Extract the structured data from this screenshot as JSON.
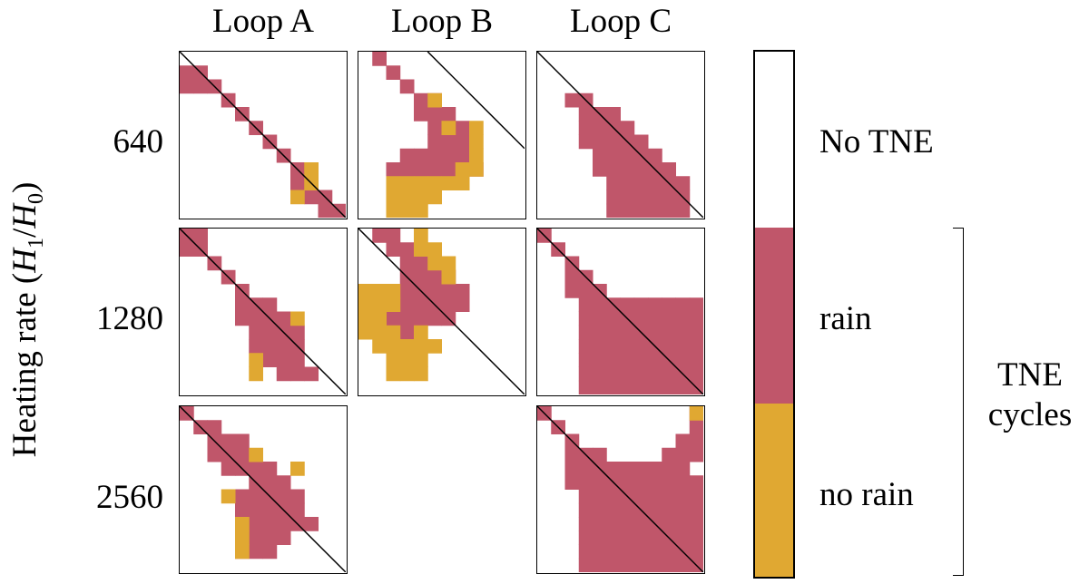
{
  "colors": {
    "rain": "#c0566a",
    "no_rain": "#e0a832",
    "no_tne": "#ffffff",
    "line": "#000000"
  },
  "columns": [
    "Loop A",
    "Loop B",
    "Loop C"
  ],
  "rows": [
    "640",
    "1280",
    "2560"
  ],
  "ylabel": {
    "prefix": "Heating rate (",
    "h1": "H",
    "sub1": "1",
    "slash": "/",
    "h0": "H",
    "sub0": "0",
    "suffix": ")"
  },
  "legend": {
    "no_tne": "No TNE",
    "rain": "rain",
    "no_rain": "no rain",
    "group_line1": "TNE",
    "group_line2": "cycles"
  },
  "panels": {
    "A640": {
      "rain": [
        "0,1",
        "1,1",
        "0,2",
        "1,2",
        "2,2",
        "3,3",
        "4,4",
        "5,5",
        "6,6",
        "7,7",
        "8,8",
        "8,9",
        "9,9",
        "9,10",
        "10,10",
        "10,11",
        "11,11"
      ],
      "no_rain": [
        "9,8",
        "9,9",
        "8,10"
      ]
    },
    "B640": {
      "rain": [
        "1,0",
        "2,1",
        "3,2",
        "4,3",
        "5,3",
        "4,4",
        "5,4",
        "6,4",
        "5,5",
        "6,5",
        "7,5",
        "5,6",
        "6,6",
        "7,6",
        "3,7",
        "4,7",
        "5,7",
        "6,7",
        "7,7",
        "2,8",
        "3,8",
        "4,8",
        "5,8",
        "6,8",
        "7,8",
        "8,8"
      ],
      "no_rain": [
        "5,3",
        "6,5",
        "8,5",
        "8,6",
        "8,7",
        "7,8",
        "8,8",
        "3,9",
        "4,9",
        "5,9",
        "6,9",
        "7,9",
        "2,9",
        "2,10",
        "3,10",
        "4,10",
        "5,10",
        "2,11",
        "3,11",
        "4,11"
      ]
    },
    "C640": {
      "rain": [
        "2,3",
        "3,3",
        "3,4",
        "4,4",
        "5,4",
        "3,5",
        "4,5",
        "5,5",
        "6,5",
        "3,6",
        "4,6",
        "5,6",
        "6,6",
        "7,6",
        "4,7",
        "5,7",
        "6,7",
        "7,7",
        "8,7",
        "4,8",
        "5,8",
        "6,8",
        "7,8",
        "8,8",
        "9,8",
        "5,9",
        "6,9",
        "7,9",
        "8,9",
        "9,9",
        "10,9",
        "5,10",
        "6,10",
        "7,10",
        "8,10",
        "9,10",
        "10,10",
        "5,11",
        "6,11",
        "7,11",
        "8,11",
        "9,11",
        "10,11"
      ]
    },
    "A1280": {
      "rain": [
        "0,0",
        "1,0",
        "0,1",
        "1,1",
        "2,2",
        "3,3",
        "4,4",
        "4,5",
        "5,5",
        "6,5",
        "4,6",
        "5,6",
        "6,6",
        "7,6",
        "5,7",
        "6,7",
        "7,7",
        "8,7",
        "5,8",
        "6,8",
        "7,8",
        "8,8",
        "6,9",
        "7,9",
        "8,9",
        "7,10",
        "8,10",
        "9,10"
      ],
      "no_rain": [
        "8,6",
        "5,9",
        "5,10"
      ]
    },
    "B1280": {
      "rain": [
        "1,0",
        "2,0",
        "2,1",
        "3,1",
        "4,1",
        "3,2",
        "4,2",
        "5,2",
        "3,3",
        "4,3",
        "5,3",
        "6,3",
        "3,4",
        "4,4",
        "5,4",
        "6,4",
        "7,4",
        "3,5",
        "4,5",
        "5,5",
        "6,5",
        "7,5",
        "2,6",
        "3,6",
        "4,6",
        "5,6",
        "6,6",
        "2,7",
        "3,7"
      ],
      "no_rain": [
        "4,0",
        "4,1",
        "5,1",
        "5,2",
        "6,2",
        "6,3",
        "0,4",
        "1,4",
        "2,4",
        "0,5",
        "1,5",
        "2,5",
        "0,6",
        "1,6",
        "0,7",
        "1,7",
        "2,7",
        "4,7",
        "1,8",
        "2,8",
        "3,8",
        "4,8",
        "5,8",
        "2,9",
        "3,9",
        "4,9",
        "3,10",
        "4,10",
        "2,10"
      ]
    },
    "C1280": {
      "rain": [
        "0,0",
        "1,1",
        "2,2",
        "3,3",
        "2,3",
        "4,4",
        "3,4",
        "2,4",
        "3,5",
        "4,5",
        "5,5",
        "6,5",
        "7,5",
        "8,5",
        "9,5",
        "10,5",
        "11,5",
        "3,6",
        "4,6",
        "5,6",
        "6,6",
        "7,6",
        "8,6",
        "9,6",
        "10,6",
        "11,6",
        "3,7",
        "4,7",
        "5,7",
        "6,7",
        "7,7",
        "8,7",
        "9,7",
        "10,7",
        "11,7",
        "3,8",
        "4,8",
        "5,8",
        "6,8",
        "7,8",
        "8,8",
        "9,8",
        "10,8",
        "11,8",
        "3,9",
        "4,9",
        "5,9",
        "6,9",
        "7,9",
        "8,9",
        "9,9",
        "10,9",
        "11,9",
        "3,10",
        "4,10",
        "5,10",
        "6,10",
        "7,10",
        "8,10",
        "9,10",
        "10,10",
        "11,10",
        "3,11",
        "4,11",
        "5,11",
        "6,11",
        "7,11",
        "8,11",
        "9,11",
        "10,11",
        "11,11"
      ]
    },
    "A2560": {
      "rain": [
        "0,0",
        "1,1",
        "2,1",
        "3,2",
        "2,2",
        "4,2",
        "2,3",
        "3,3",
        "4,3",
        "3,4",
        "4,4",
        "5,4",
        "6,4",
        "5,5",
        "6,5",
        "7,5",
        "4,6",
        "5,6",
        "6,6",
        "7,6",
        "8,6",
        "4,7",
        "5,7",
        "6,7",
        "7,7",
        "8,7",
        "5,8",
        "6,8",
        "7,8",
        "8,8",
        "9,8",
        "5,9",
        "6,9",
        "7,9",
        "4,10",
        "5,10",
        "6,10"
      ],
      "no_rain": [
        "5,3",
        "8,4",
        "3,6",
        "4,8",
        "4,9",
        "4,10"
      ]
    },
    "C2560": {
      "rain": [
        "0,0",
        "1,1",
        "2,2",
        "3,3",
        "2,3",
        "4,3",
        "2,4",
        "3,4",
        "4,4",
        "5,4",
        "6,4",
        "7,4",
        "8,4",
        "9,4",
        "10,4",
        "2,5",
        "3,5",
        "4,5",
        "5,5",
        "6,5",
        "7,5",
        "8,5",
        "9,5",
        "10,5",
        "11,5",
        "3,6",
        "4,6",
        "5,6",
        "6,6",
        "7,6",
        "8,6",
        "9,6",
        "10,6",
        "11,6",
        "3,7",
        "4,7",
        "5,7",
        "6,7",
        "7,7",
        "8,7",
        "9,7",
        "10,7",
        "11,7",
        "3,8",
        "4,8",
        "5,8",
        "6,8",
        "7,8",
        "8,8",
        "9,8",
        "10,8",
        "11,8",
        "3,9",
        "4,9",
        "5,9",
        "6,9",
        "7,9",
        "8,9",
        "9,9",
        "10,9",
        "11,9",
        "3,10",
        "4,10",
        "5,10",
        "6,10",
        "7,10",
        "8,10",
        "9,10",
        "10,10",
        "11,10",
        "3,11",
        "4,11",
        "5,11",
        "6,11",
        "7,11",
        "8,11",
        "9,11",
        "10,11",
        "11,11",
        "10,3",
        "11,3",
        "11,2",
        "11,1",
        "9,3",
        "10,2",
        "11,0"
      ],
      "no_rain": [
        "11,0"
      ]
    }
  }
}
